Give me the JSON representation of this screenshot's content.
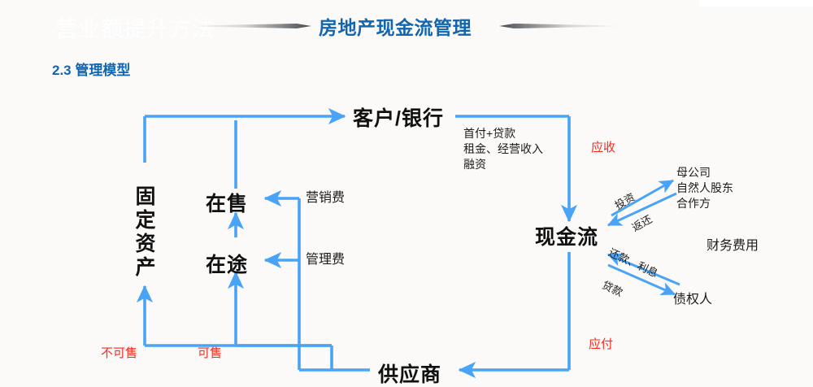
{
  "header": {
    "watermark": "营业额提升方法",
    "title": "房地产现金流管理",
    "subtitle": "2.3 管理模型"
  },
  "colors": {
    "background": "#fbfaf8",
    "title_blue": "#1266b0",
    "arrow_blue": "#49a3f6",
    "red_label": "#fb2a1c",
    "node_text": "#111111"
  },
  "diagram": {
    "nodes": {
      "customer_bank": "客户/银行",
      "fixed_assets": "固定资产",
      "on_sale": "在售",
      "in_transit": "在途",
      "cash_flow": "现金流",
      "supplier": "供应商"
    },
    "inflow_note": "首付+贷款\n租金、经营收入\n融资",
    "inflow_note_lines": [
      "首付+贷款",
      "租金、经营收入",
      "融资"
    ],
    "counterparties": {
      "equity_lines": [
        "母公司",
        "自然人股东",
        "合作方"
      ],
      "equity_block": "母公司\n自然人股东\n合作方",
      "creditor": "债权人",
      "finance_cost": "财务费用"
    },
    "cost_labels": {
      "marketing_fee": "营销费",
      "management_fee": "管理费"
    },
    "red_labels": {
      "receivable": "应收",
      "payable": "应付",
      "not_sellable": "不可售",
      "sellable": "可售"
    },
    "flow_labels": {
      "investment": "投资",
      "return": "返还",
      "repay_interest": "还款、利息",
      "loan": "贷款"
    }
  }
}
